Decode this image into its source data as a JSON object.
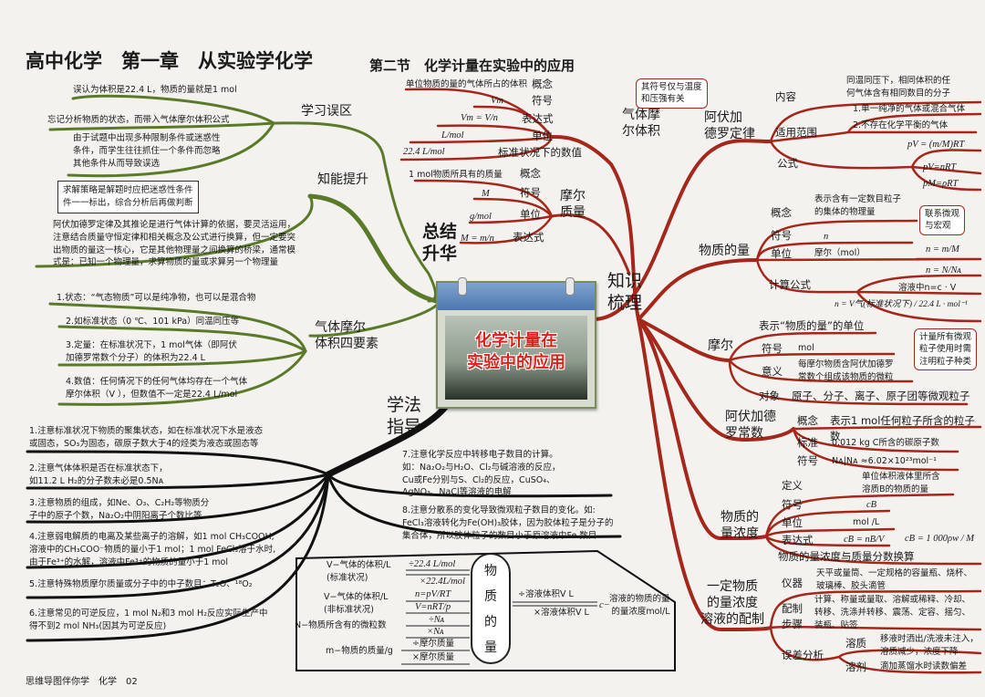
{
  "header": {
    "title": "高中化学　第一章　从实验学化学",
    "section": "第二节　化学计量在实验中的应用"
  },
  "center": {
    "title": "化学计量在\n实验中的应用",
    "summary": "总结\n升华",
    "knowledge": "知识\n梳理",
    "method": "学法\n指导"
  },
  "colors": {
    "green_branch": "#5a7a2a",
    "red_branch": "#a5261b",
    "black_branch": "#111111"
  },
  "mistakes": {
    "label": "学习误区",
    "items": [
      "误认为体积是22.4 L，物质的量就是1 mol",
      "忘记分析物质的状态，而带入气体摩尔体积公式",
      "由于试题中出现多种限制条件或迷惑性\n条件，而学生往往抓住一个条件而忽略\n其他条件从而导致误选"
    ],
    "tip": "求解策略是解题时应把迷惑性条件\n件一一标出，综合分析后再做判断"
  },
  "ability": {
    "label": "知能提升",
    "text": "阿伏加德罗定律及其推论是进行气体计算的依据，要灵活运用，\n注意结合质量守恒定律和相关概念及公式进行换算，但一定要突\n出物质的量这一核心，它是其他物理量之间换算的桥梁，通常模\n式是：已知一个物理量，求算物质的量或求算另一个物理量"
  },
  "four": {
    "label": "气体摩尔\n体积四要素",
    "items": [
      "1.状态：“气态物质”可以是纯净物，也可以是混合物",
      "2.如标准状态（0 ℃、101 kPa）同温同压等",
      "3.定量：在标准状况下，1 mol气体（即阿伏\n加德罗常数个分子）的体积为22.4 L",
      "4.数值：任何情况下的任何气体均存在一个气体\n摩尔体积（V ），但数值不一定是22.4 L/mol"
    ]
  },
  "guide": {
    "items": [
      "1.注意标准状况下物质的聚集状态，如在标准状况下水是液态\n或固态，SO₃为固态，碳原子数大于4的烃类为液态或固态等",
      "2.注意气体体积是否在标准状态下，\n如11.2 L H₂的分子数未必是0.5Nᴀ",
      "3.注意物质的组成，如Ne、O₃、C₂H₂等物质分\n子中的原子个数，Na₂O₂中阴阳离子个数比等",
      "4.注意弱电解质的电离及某些离子的溶解，如1 mol CH₃COOH,\n溶液中的CH₃COO⁻物质的量小于1 mol；1 mol FeCl₃溶于水时,\n由于Fe³⁺的水解，溶液中Fe³⁺的物质的量小于1 mol",
      "5.注意特殊物质摩尔质量或分子中的中子数目：T₂O、¹⁸O₂",
      "6.注意常见的可逆反应，1 mol N₂和3 mol H₂反应实际生产中\n得不到2 mol NH₃(因其为可逆反应)",
      "7.注意化学反应中转移电子数目的计算。\n如：Na₂O₂与H₂O、Cl₂与碱溶液的反应，\nCu或Fe分别与S、Cl₂的反应，CuSO₄、\nAgNO₃、NaCl等溶液的电解",
      "8.注意分散系的变化导致微观粒子数目的变化。如:\nFeCl₃溶液转化为Fe(OH)₃胶体，因为胶体粒子是分子的\n集合体，所以胶体粒子的数目小于原溶液中Fe 数目"
    ]
  },
  "conversion": {
    "center": "物\n质\n的\n量",
    "v_std": "V−气体的体积/L\n(标准状况)",
    "div224": "÷22.4 L/mol",
    "mul224": "×22.4L/mol",
    "v_nonstd": "V−气体的体积/L\n(非标准状况)",
    "n_prt": "n=pV/RT",
    "v_nrtp": "V=nRT/p",
    "particles": "N−物质所含有的微粒数",
    "div_na": "÷Nᴀ",
    "mul_na": "×Nᴀ",
    "mass": "m−物质的质量/g",
    "div_m": "÷摩尔质量",
    "mul_m": "×摩尔质量",
    "div_v": "÷溶液体积V L",
    "mul_v": "×溶液体积V L",
    "c_prefix": "c−",
    "conc": "溶液的物质的量\n的量浓度mol/L"
  },
  "gas_molar": {
    "label": "气体摩\n尔体积",
    "callout": "其符号仅与温度\n和压强有关",
    "rows": [
      {
        "k": "概念",
        "v": "单位物质的量的气体所占的体积"
      },
      {
        "k": "符号",
        "v": "Vm"
      },
      {
        "k": "表达式",
        "v": "Vm = V/n"
      },
      {
        "k": "单位",
        "v": "L/mol"
      },
      {
        "k": "标准状况下的数值",
        "v": "22.4 L/mol"
      }
    ]
  },
  "molar_mass": {
    "label": "摩尔\n质量",
    "rows": [
      {
        "k": "概念",
        "v": "1 mol物质所具有的质量"
      },
      {
        "k": "符号",
        "v": "M"
      },
      {
        "k": "单位",
        "v": "g/mol"
      },
      {
        "k": "表达式",
        "v": "M = m/n"
      }
    ]
  },
  "avogadro_law": {
    "label": "阿伏加\n德罗定律",
    "content_k": "内容",
    "content_v": "同温同压下，相同体积的任\n何气体含有相同数目的分子",
    "scope_k": "适用范围",
    "scope": [
      "1.单一纯净的气体或混合气体",
      "2.不存在化学平衡的气体"
    ],
    "formula_k": "公式",
    "formulas": [
      "pV = (m/M)RT",
      "pV=nRT",
      "pM=ρRT"
    ]
  },
  "amount": {
    "label": "物质的量",
    "concept_k": "概念",
    "concept_v": "表示含有一定数目粒子\n的集体的物理量",
    "callout": "联系微观\n与宏观",
    "symbol_k": "符号",
    "symbol_v": "n",
    "unit_k": "单位",
    "unit_v": "摩尔（mol）",
    "calc_k": "计算公式",
    "formulas": [
      "n = m/M",
      "n = N/Nᴀ",
      "溶液中n=c · V",
      "n = V气(标准状况下) / 22.4 L · mol⁻¹"
    ]
  },
  "mole": {
    "label": "摩尔",
    "desc": "表示“物质的量”的单位",
    "symbol_k": "符号",
    "symbol_v": "mol",
    "meaning_k": "意义",
    "meaning_v": "每摩尔物质含阿伏加德罗\n常数个组成该物质的微粒",
    "callout": "计量所有微观\n粒子使用时需\n注明粒子种类",
    "object_k": "对象",
    "object_v": "原子、分子、离子、原子团等微观粒子"
  },
  "avogadro_const": {
    "label": "阿伏加德\n罗常数",
    "concept_k": "概念",
    "concept_v": "表示1 mol任何粒子所含的粒子数",
    "standard_k": "标准",
    "standard_v": "0.012 kg  C所含的碳原子数",
    "symbol_k": "符号",
    "symbol_v": "Nᴀ|Nᴀ ≈6.02×10²³mol⁻¹"
  },
  "concentration": {
    "label": "物质的\n量浓度",
    "def_k": "定义",
    "def_v": "单位体积液体里所含\n溶质B的物质的量",
    "symbol_k": "符号",
    "symbol_v": "cB",
    "unit_k": "单位",
    "unit_v": "mol /L",
    "expr_k": "表达式",
    "expr_v": "cB = nB/V",
    "conv_k": "物质的量浓度与质量分数换算",
    "conv_v": "cB = 1 000ρw / M"
  },
  "preparation": {
    "label": "一定物质\n的量浓度\n溶液的配制",
    "inst_k": "仪器",
    "inst_v": "天平或量筒、一定规格的容量瓶、烧杯、\n玻璃棒、胶头滴管",
    "steps_k": "配制\n步骤",
    "steps_v": "计算、称量或量取、溶解或稀释、冷却、\n转移、洗涤并转移、震荡、定容、摇匀、\n装瓶、贴签",
    "err_k": "误差分析",
    "solute_k": "溶质",
    "solute_v": "移液时洒出/洗液未注入，\n溶质减少，浓度下降",
    "solvent_k": "溶剂",
    "solvent_v": "滴加蒸馏水时读数偏差"
  },
  "footer": {
    "text": "思维导图伴你学　化学　02"
  }
}
